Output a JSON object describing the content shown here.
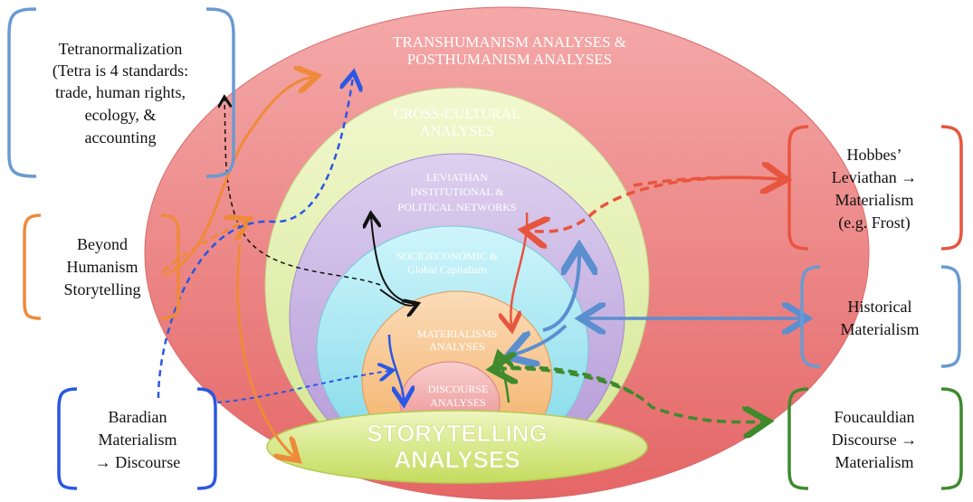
{
  "circles": {
    "trans_1": "TRANSHUMANISM ANALYSES &",
    "trans_2": "POSTHUMANISM ANALYSES",
    "cross_1": "CROSS-CULTURAL",
    "cross_2": "ANALYSES",
    "lev_1": "LEVIATHAN",
    "lev_2": "INSTITUTIONAL &",
    "lev_3": "POLITICAL NETWORKS",
    "socio_1": "SOCIOECONOMIC &",
    "socio_2": "Global Capitalism",
    "mat_1": "MATERIALISMS",
    "mat_2": "ANALYSES",
    "disc_1": "DISCOURSE",
    "disc_2": "ANALYSES",
    "story_1": "STORYTELLING",
    "story_2": "ANALYSES"
  },
  "side_boxes": {
    "tetra": [
      "Tetranormalization",
      "(Tetra is 4 standards:",
      "trade, human rights,",
      "ecology, &",
      "accounting"
    ],
    "beyond": [
      "Beyond",
      "Humanism",
      "Storytelling"
    ],
    "baradian": [
      "Baradian",
      "Materialism",
      "→ Discourse"
    ],
    "hobbes": [
      "Hobbes’",
      "Leviathan →",
      "Materialism",
      "(e.g. Frost)"
    ],
    "historical": [
      "Historical",
      "Materialism"
    ],
    "foucault": [
      "Foucauldian",
      "Discourse →",
      "Materialism"
    ]
  },
  "colors": {
    "trans": "#ea7b7b",
    "cross": "#e3f0a8",
    "leviathan": "#c6b0e0",
    "socio": "#a9e9f3",
    "materialisms": "#f8c792",
    "discourse": "#f2a6a6",
    "storytelling": "#d9ea8a",
    "blue_bracket": "#6a9ad1",
    "orange_bracket": "#ef8a3a",
    "red_bracket": "#e8553e",
    "green_bracket": "#3e8a2c",
    "royal_blue": "#2a57e4"
  }
}
